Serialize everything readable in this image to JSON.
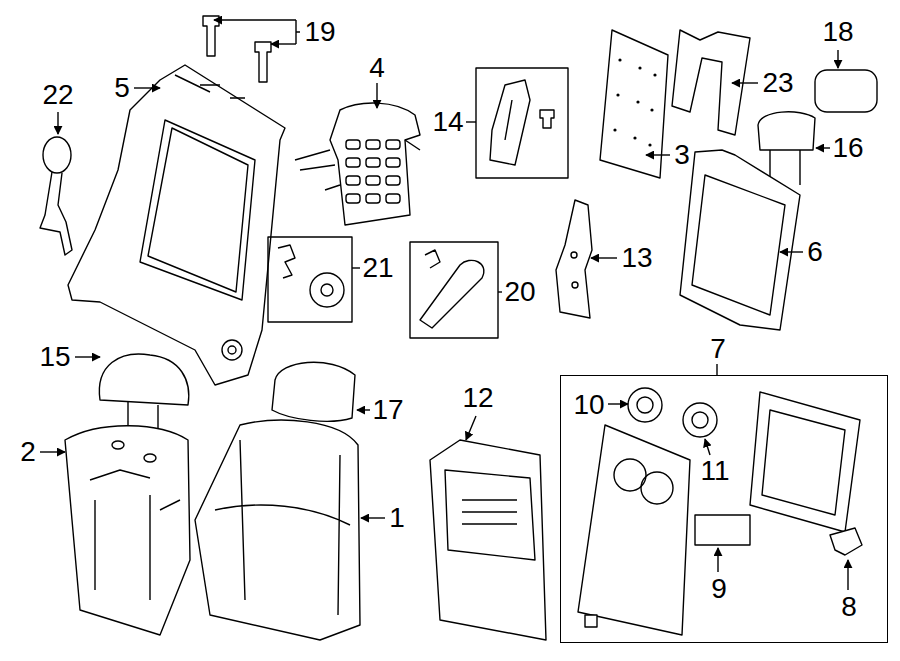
{
  "diagram": {
    "nodes": [
      {
        "text": [
          "7",
          "10",
          "11",
          "9",
          "8"
        ]
      }
    ],
    "labels": [
      "19",
      "22",
      "5",
      "4",
      "14",
      "3",
      "23",
      "18",
      "16",
      "13",
      "6",
      "21",
      "20",
      "15",
      "2",
      "17",
      "1",
      "12"
    ]
  }
}
